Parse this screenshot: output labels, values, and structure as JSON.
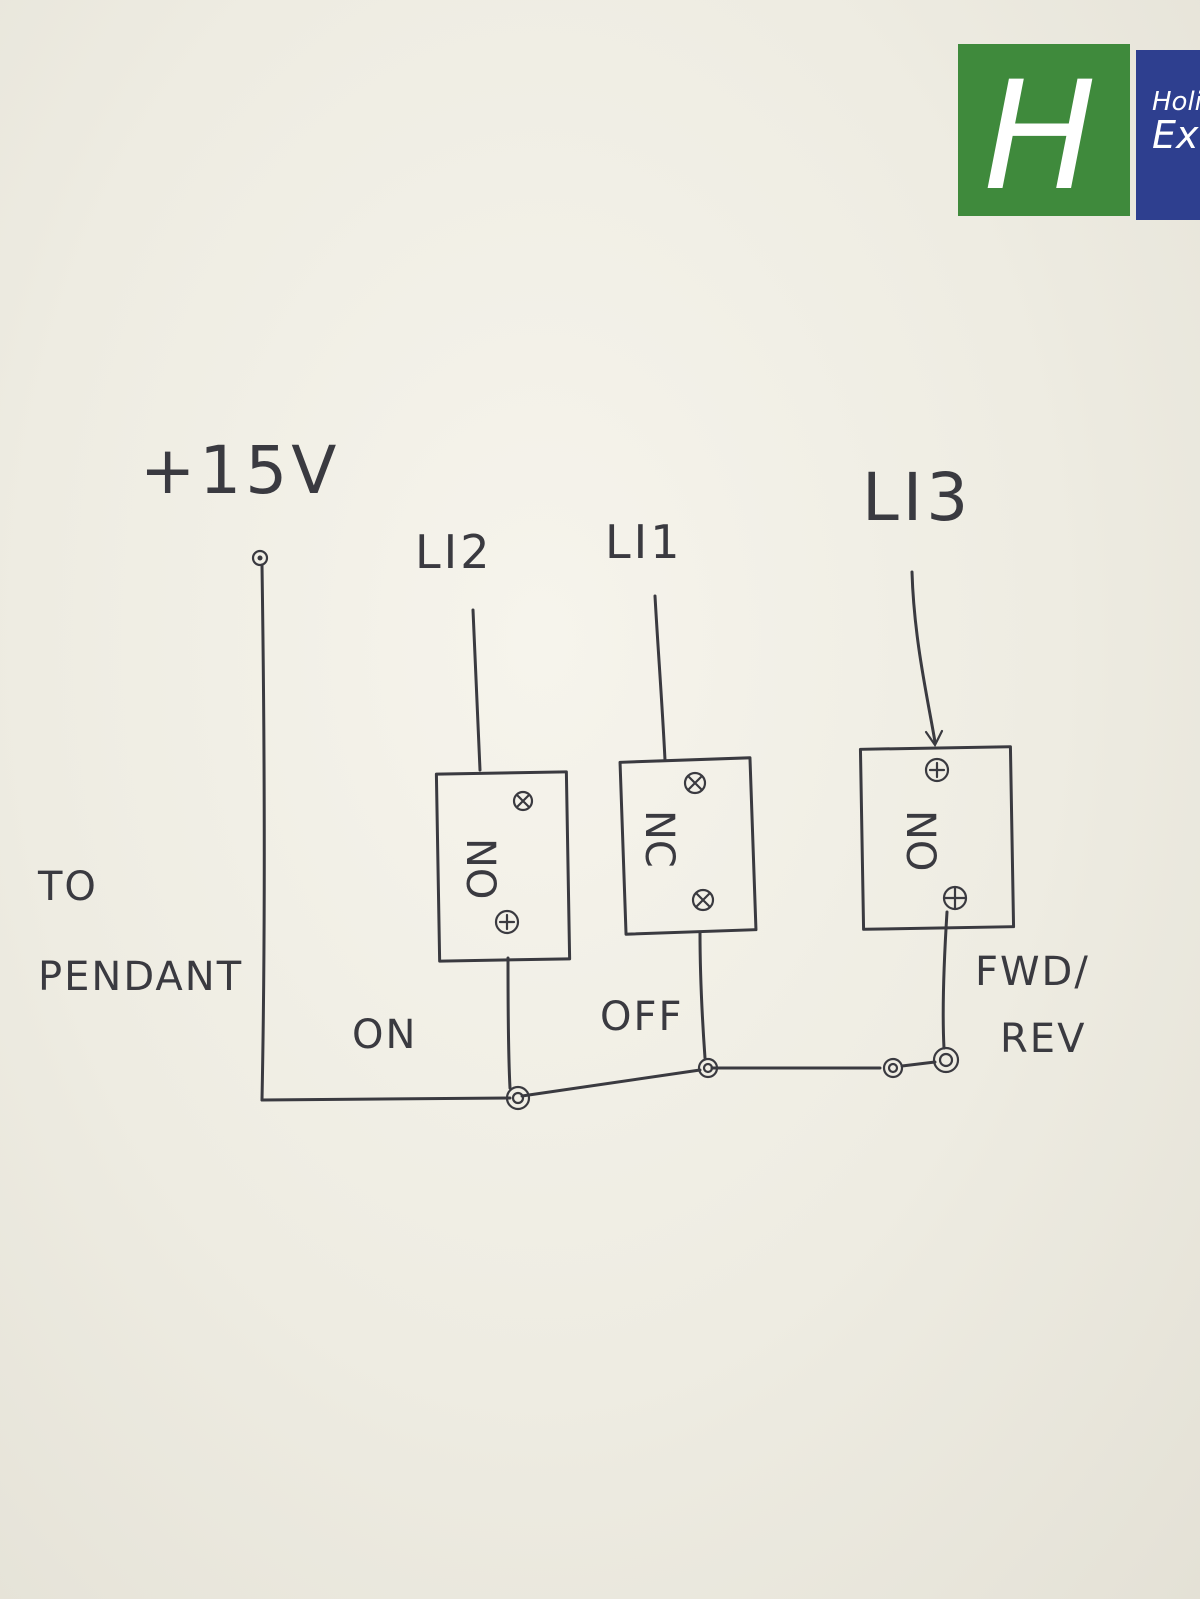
{
  "logo": {
    "mark": "H",
    "line1": "Holi",
    "line2": "Ex",
    "green": "#3f8a3c",
    "blue": "#2e3f8f"
  },
  "labels": {
    "power": "+15V",
    "switch_a": "LI2",
    "switch_b": "LI1",
    "switch_c": "LI3",
    "pendant_line1": "TO",
    "pendant_line2": "PENDANT",
    "state_on": "ON",
    "state_off": "OFF",
    "fwd_line1": "FWD/",
    "fwd_line2": "REV"
  },
  "switches": [
    {
      "id": "LI2",
      "contact_label": "NO"
    },
    {
      "id": "LI1",
      "contact_label": "NC"
    },
    {
      "id": "LI3",
      "contact_label": "NO"
    }
  ],
  "colors": {
    "ink": "#3a3a40",
    "paper": "#f1efe6"
  }
}
